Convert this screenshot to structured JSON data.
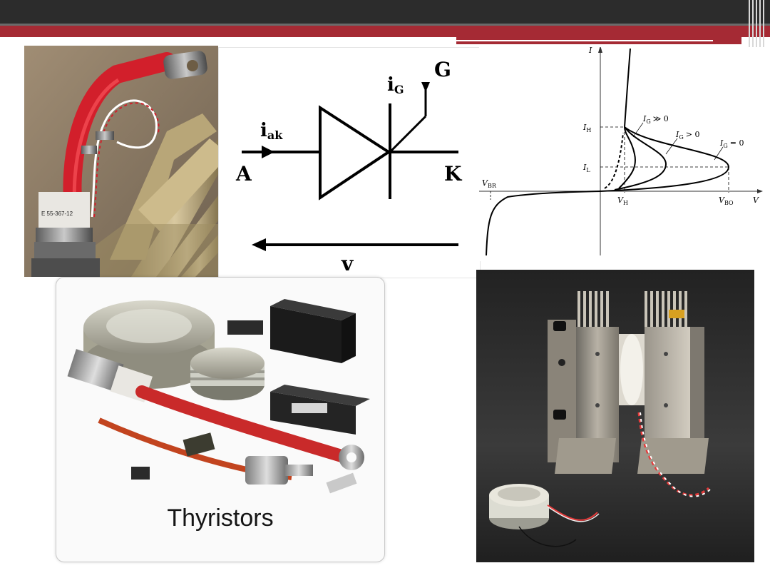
{
  "symbol": {
    "current_ak_main": "i",
    "current_ak_sub": "ak",
    "gate_current_main": "i",
    "gate_current_sub": "G",
    "anode": "A",
    "cathode": "K",
    "gate": "G",
    "voltage": "v"
  },
  "iv_curve": {
    "axis_i": "I",
    "axis_v": "V",
    "ih_main": "I",
    "ih_sub": "H",
    "il_main": "I",
    "il_sub": "L",
    "vbr_main": "V",
    "vbr_sub": "BR",
    "vh_main": "V",
    "vh_sub": "H",
    "vbo_main": "V",
    "vbo_sub": "BO",
    "curve_ig_gg0": "≫ 0",
    "curve_ig_gt0": "> 0",
    "curve_ig_eq0": "= 0",
    "ig_main": "I",
    "ig_sub": "G"
  },
  "bottom_left_caption": "Thyristors",
  "tl_device_label": "E 55-367-12",
  "colors": {
    "topbar": "#2c2c2c",
    "accent_red": "#a52a34",
    "cable_red": "#d21f2b"
  }
}
